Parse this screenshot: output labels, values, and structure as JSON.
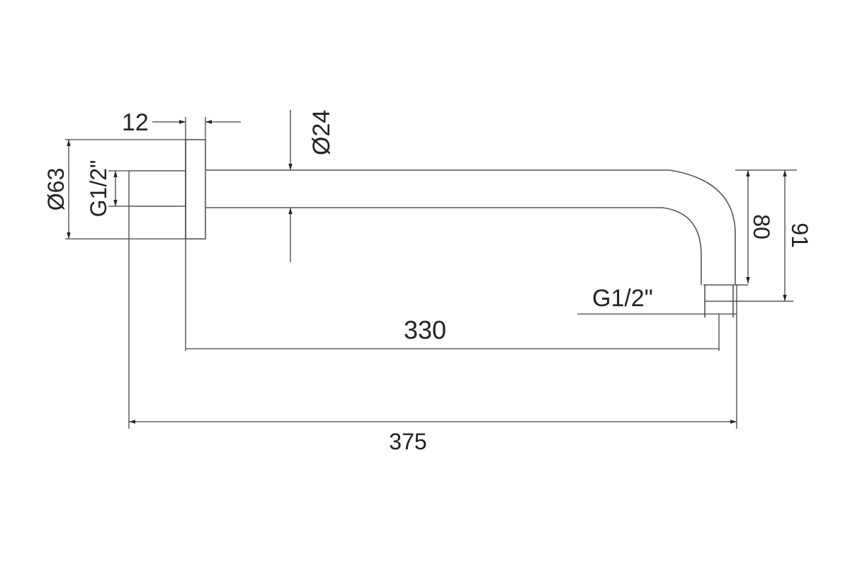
{
  "drawing": {
    "dimensions": {
      "flange_thickness": "12",
      "flange_diameter": "Ø63",
      "inlet_thread": "G1/2\"",
      "pipe_diameter": "Ø24",
      "outlet_drop_inner": "80",
      "outlet_drop_outer": "91",
      "outlet_thread": "G1/2\"",
      "reach_from_wall_face": "330",
      "overall_length": "375"
    },
    "colors": {
      "line": "#555555",
      "text": "#222222",
      "background": "#ffffff"
    }
  }
}
